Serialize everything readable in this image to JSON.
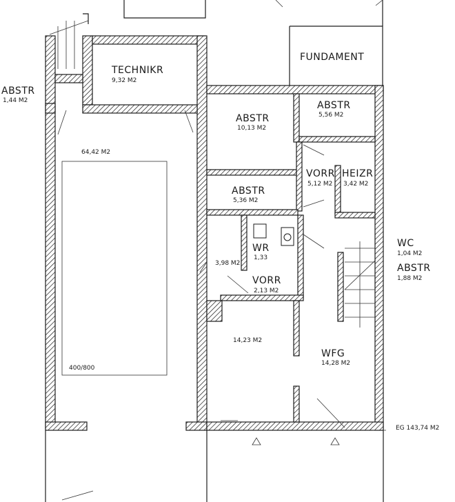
{
  "labels": {
    "fundament": "FUNDAMENT",
    "technikr": "TECHNIKR",
    "technikr_area": "9,32 M2",
    "abstr_left": "ABSTR",
    "abstr_left_area": "1,44 M2",
    "abstr_1": "ABSTR",
    "abstr_1_area": "10,13 M2",
    "abstr_2": "ABSTR",
    "abstr_2_area": "5,56 M2",
    "garage_area": "64,42 M2",
    "garage_door": "400/800",
    "vorr_1": "VORR",
    "vorr_1_area": "5,12 M2",
    "heizr": "HEIZR",
    "heizr_area": "3,42 M2",
    "abstr_3": "ABSTR",
    "abstr_3_area": "5,36 M2",
    "wr": "WR",
    "wr_area": "1,33",
    "small_area": "3,98 M2",
    "vorr_2": "VORR",
    "vorr_2_area": "2,13 M2",
    "wc": "WC",
    "wc_area": "1,04 M2",
    "abstr_4": "ABSTR",
    "abstr_4_area": "1,88 M2",
    "room_area": "14,23 M2",
    "wfg": "WFG",
    "wfg_area": "14,28 M2",
    "eg_total": "EG 143,74 M2"
  }
}
